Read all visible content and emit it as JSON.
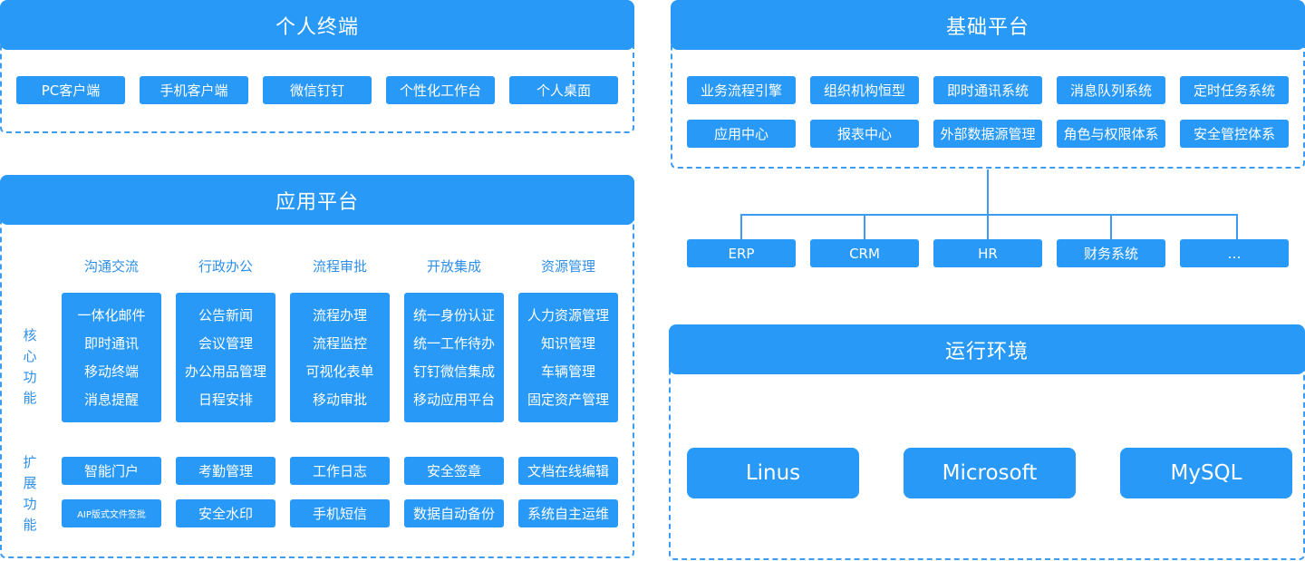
{
  "personal_terminal": {
    "title": "个人终端",
    "items": [
      "PC客户端",
      "手机客户端",
      "微信钉钉",
      "个性化工作台",
      "个人桌面"
    ]
  },
  "app_platform": {
    "title": "应用平台",
    "core_label": "核心功能",
    "ext_label": "扩展功能",
    "columns": [
      {
        "title": "沟通交流",
        "core": [
          "一体化邮件",
          "即时通讯",
          "移动终端",
          "消息提醒"
        ],
        "ext": [
          "智能门户",
          "AIP版式文件签批"
        ]
      },
      {
        "title": "行政办公",
        "core": [
          "公告新闻",
          "会议管理",
          "办公用品管理",
          "日程安排"
        ],
        "ext": [
          "考勤管理",
          "安全水印"
        ]
      },
      {
        "title": "流程审批",
        "core": [
          "流程办理",
          "流程监控",
          "可视化表单",
          "移动审批"
        ],
        "ext": [
          "工作日志",
          "手机短信"
        ]
      },
      {
        "title": "开放集成",
        "core": [
          "统一身份认证",
          "统一工作待办",
          "钉钉微信集成",
          "移动应用平台"
        ],
        "ext": [
          "安全签章",
          "数据自动备份"
        ]
      },
      {
        "title": "资源管理",
        "core": [
          "人力资源管理",
          "知识管理",
          "车辆管理",
          "固定资产管理"
        ],
        "ext": [
          "文档在线编辑",
          "系统自主运维"
        ]
      }
    ]
  },
  "base_platform": {
    "title": "基础平台",
    "row1": [
      "业务流程引擎",
      "组织机构恒型",
      "即时通讯系统",
      "消息队列系统",
      "定时任务系统"
    ],
    "row2": [
      "应用中心",
      "报表中心",
      "外部数据源管理",
      "角色与权限体系",
      "安全管控体系"
    ],
    "integrations": [
      "ERP",
      "CRM",
      "HR",
      "财务系统",
      "…"
    ]
  },
  "runtime": {
    "title": "运行环境",
    "items": [
      "Linus",
      "Microsoft",
      "MySQL"
    ]
  },
  "colors": {
    "accent": "#2999f8",
    "border": "#3d9bf2",
    "label": "#2f8fe8"
  }
}
